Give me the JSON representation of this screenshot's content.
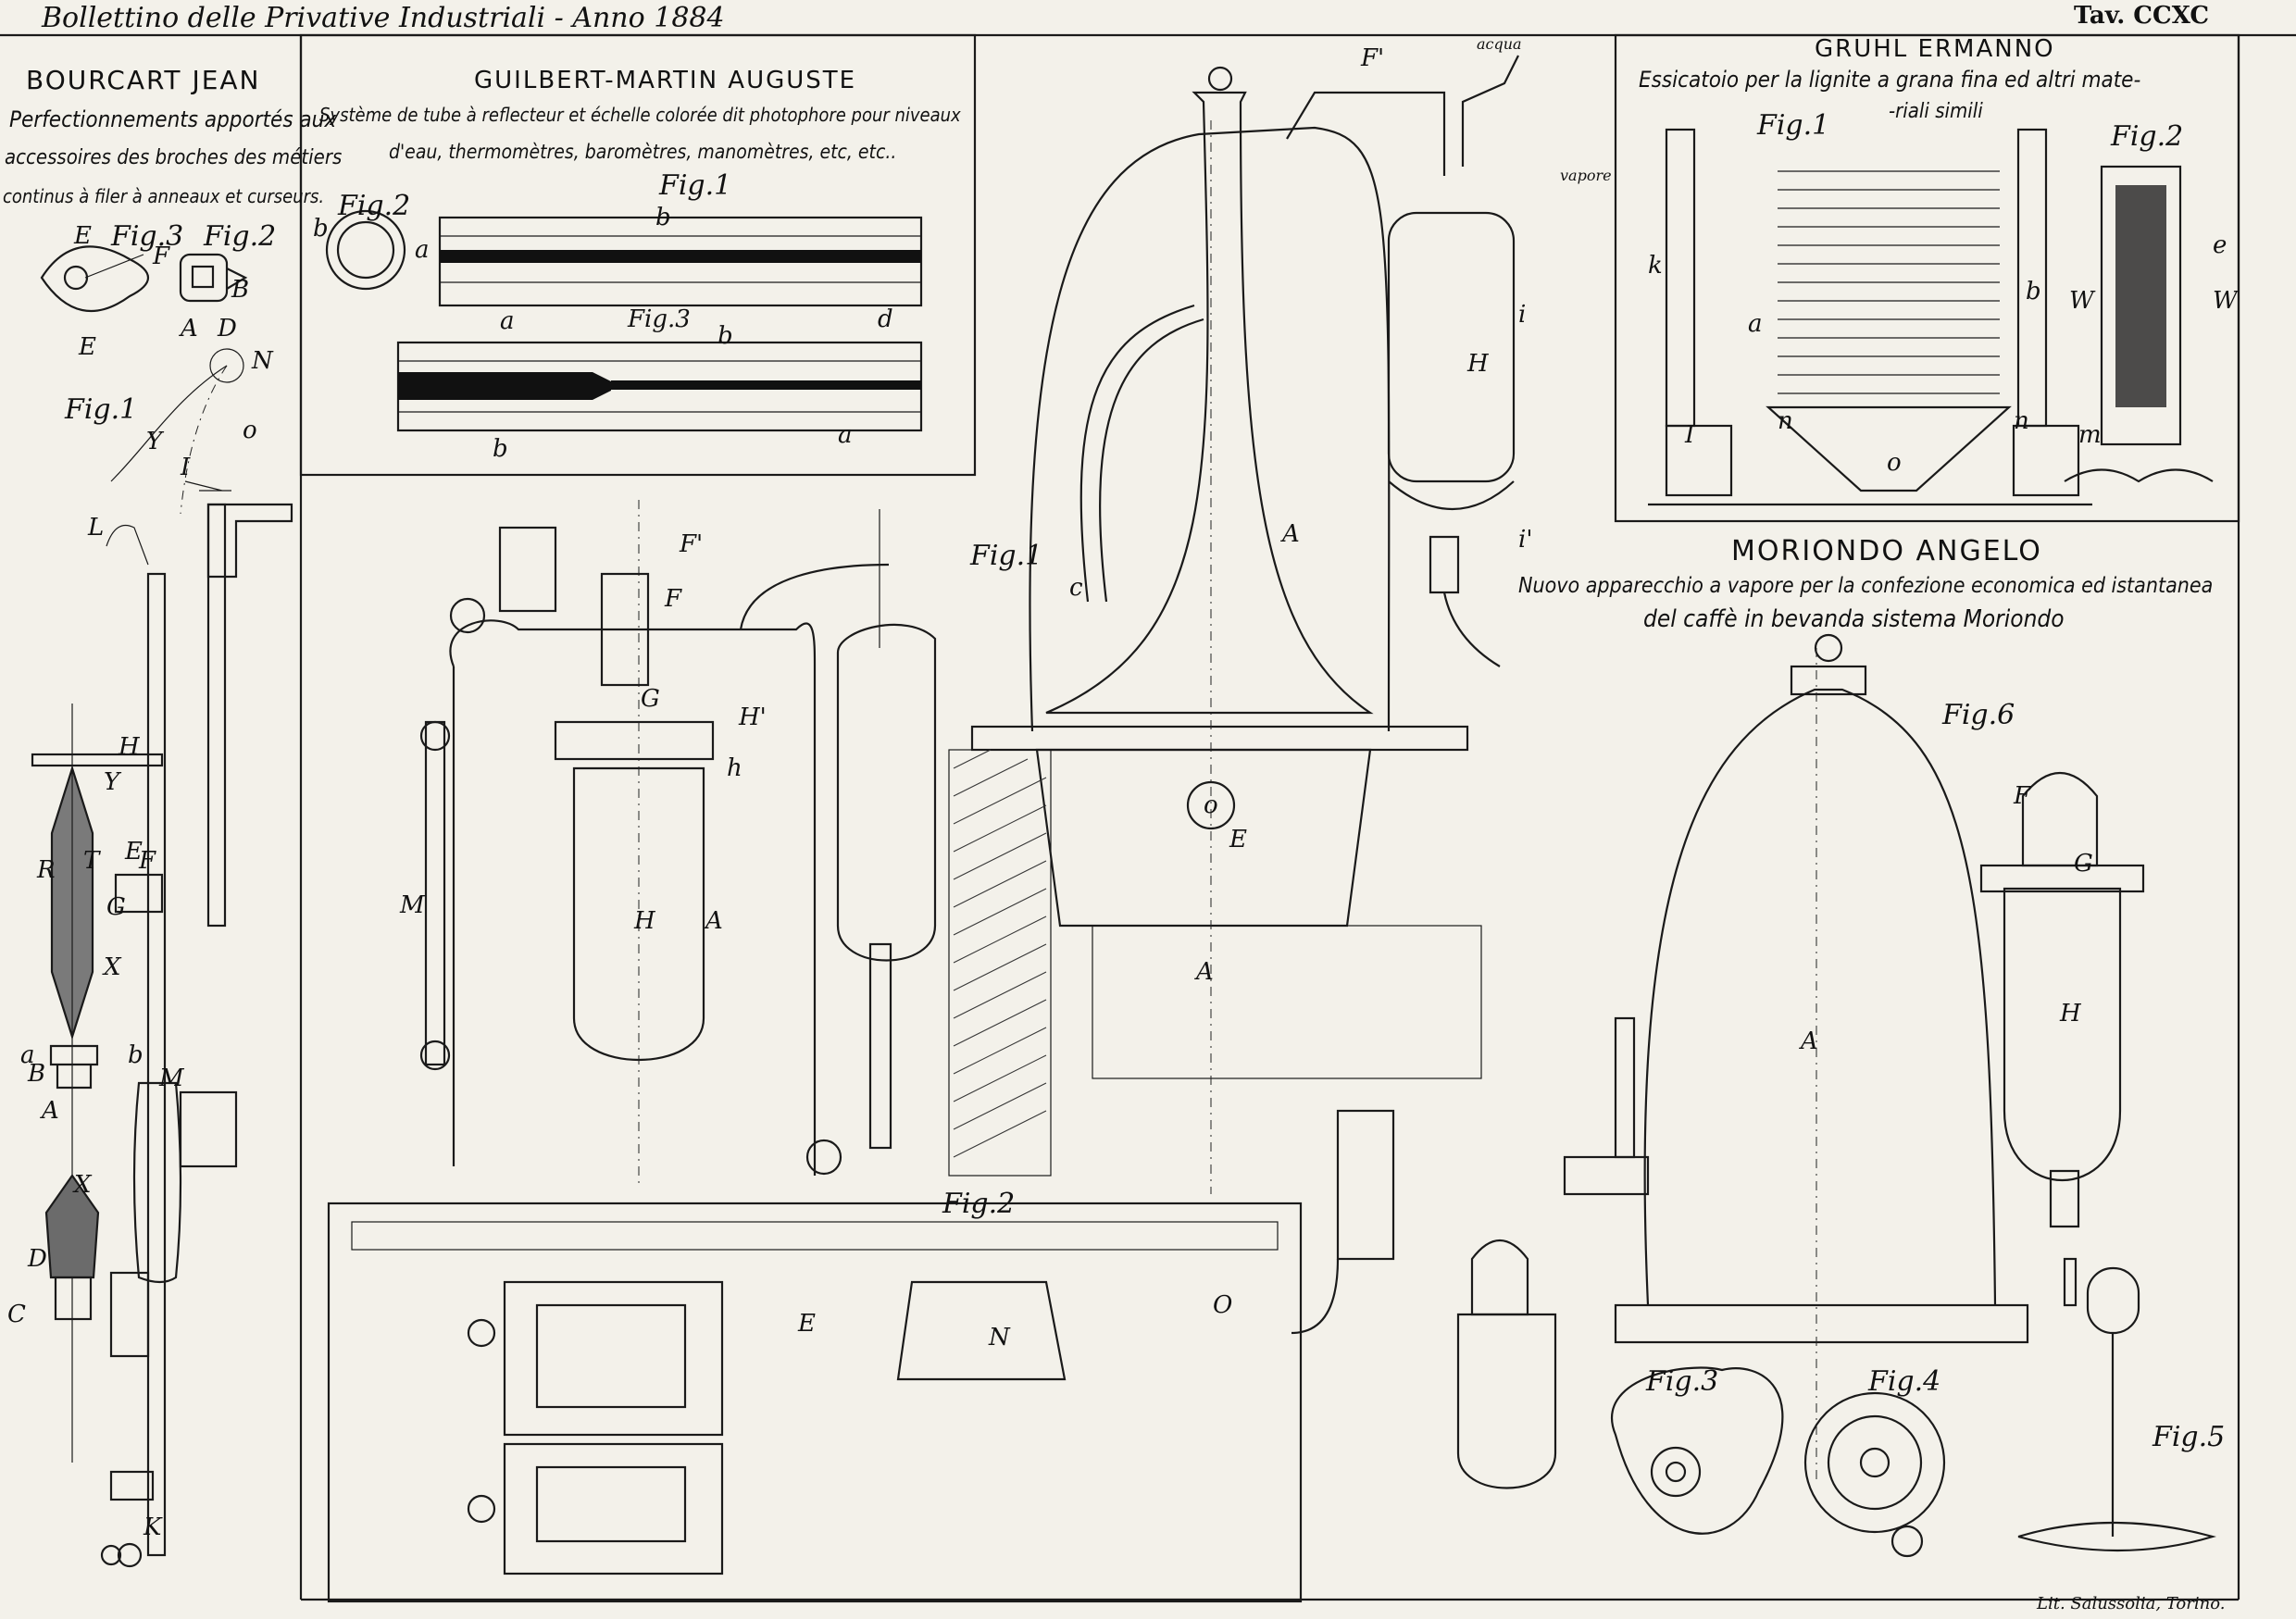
{
  "header": {
    "journal": "Bollettino delle Privative Industriali - Anno 1884",
    "plate": "Tav. CCXC"
  },
  "bourcart": {
    "name": "BOURCART JEAN",
    "desc": [
      "Perfectionnements apportés aux",
      "accessoires des broches des métiers",
      "continus à filer à anneaux et curseurs."
    ],
    "figs": [
      "Fig.3",
      "Fig.2",
      "Fig.1"
    ],
    "labels": [
      "E",
      "F",
      "E",
      "B",
      "A",
      "D",
      "N",
      "o",
      "Y",
      "I",
      "L",
      "H",
      "Y",
      "R",
      "T",
      "E",
      "F",
      "G",
      "X",
      "a",
      "b",
      "B",
      "A",
      "M",
      "X",
      "D",
      "C",
      "K"
    ]
  },
  "guilbert": {
    "name": "GUILBERT-MARTIN AUGUSTE",
    "desc": [
      "Système de tube à reflecteur et échelle colorée dit photophore pour niveaux",
      "d'eau, thermomètres, baromètres, manomètres, etc, etc.."
    ],
    "figs": [
      "Fig.1",
      "Fig.2",
      "Fig.3"
    ],
    "labels": [
      "b",
      "a",
      "b",
      "a",
      "d",
      "b",
      "b",
      "a"
    ]
  },
  "gruhl": {
    "name": "GRUHL ERMANNO",
    "desc": [
      "Essicatoio per la lignite a grana fina ed altri mate-",
      "-riali simili"
    ],
    "figs": [
      "Fig.1",
      "Fig.2"
    ],
    "labels": [
      "k",
      "a",
      "b",
      "I",
      "n",
      "n",
      "o",
      "W",
      "W",
      "e",
      "m"
    ]
  },
  "moriondo": {
    "name": "MORIONDO ANGELO",
    "desc": [
      "Nuovo apparecchio a vapore per la confezione economica ed istantanea",
      "del caffè in bevanda sistema Moriondo"
    ],
    "figs": [
      "Fig.1",
      "Fig.2",
      "Fig.3",
      "Fig.4",
      "Fig.5",
      "Fig.6"
    ],
    "labels": [
      "A",
      "H",
      "A",
      "F'",
      "F",
      "G",
      "H'",
      "h",
      "M",
      "E",
      "N",
      "O",
      "c",
      "A",
      "E",
      "o",
      "G",
      "H",
      "F",
      "A",
      "H",
      "i",
      "i'",
      "F'",
      "vapore",
      "acqua"
    ]
  },
  "footer": {
    "lithographer": "Lit. Salussolia, Torino."
  }
}
